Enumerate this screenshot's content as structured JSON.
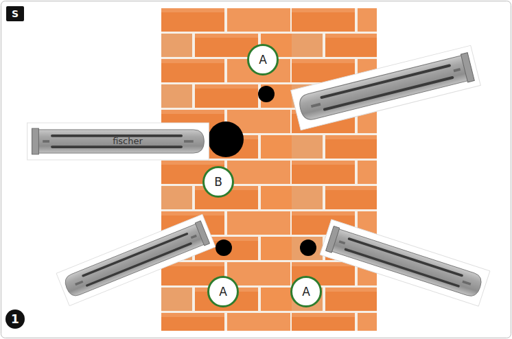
{
  "diagram": {
    "nodes": [
      {
        "text": [
          "S"
        ]
      },
      {
        "text": [
          "A"
        ]
      },
      {
        "text": [
          "B"
        ]
      },
      {
        "text": [
          "A"
        ]
      },
      {
        "text": [
          "A"
        ]
      },
      {
        "text": [
          "1"
        ]
      }
    ],
    "labels": [
      "fischer"
    ]
  }
}
